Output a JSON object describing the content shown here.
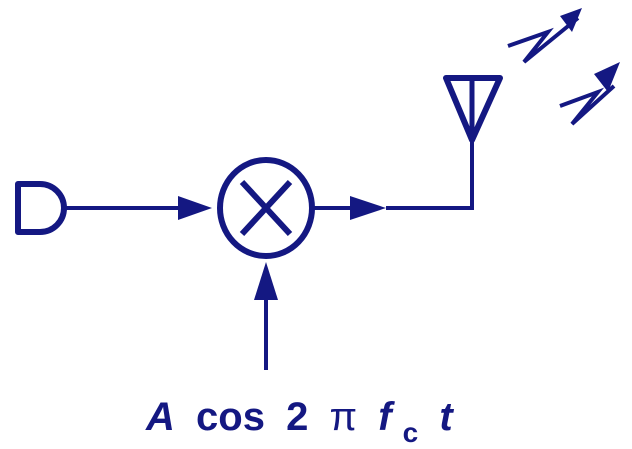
{
  "diagram": {
    "stroke_color": "#141882",
    "nodes": [
      {
        "id": "source",
        "shape": "d-shaped-source"
      },
      {
        "id": "mixer",
        "shape": "circle-with-cross",
        "symbol": "×"
      },
      {
        "id": "antenna",
        "shape": "triangle-antenna"
      }
    ],
    "edges": [
      {
        "from": "source",
        "to": "mixer",
        "arrow": true
      },
      {
        "from": "mixer",
        "to": "antenna",
        "arrow": true
      },
      {
        "from": "carrier-input",
        "to": "mixer",
        "arrow": true
      }
    ],
    "carrier_label": {
      "amplitude": "A",
      "func": "cos",
      "number": "2",
      "pi": "π",
      "f": "f",
      "f_sub": "c",
      "t": "t"
    }
  }
}
